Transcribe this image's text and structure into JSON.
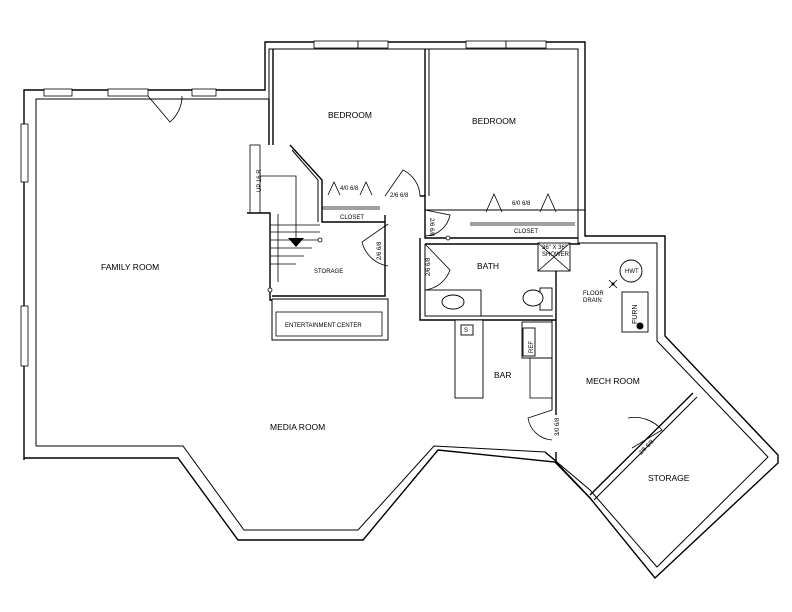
{
  "plan": {
    "rooms": {
      "family_room": "FAMILY ROOM",
      "media_room": "MEDIA ROOM",
      "bedroom_left": "BEDROOM",
      "bedroom_right": "BEDROOM",
      "storage_stair": "STORAGE",
      "entertainment_center": "ENTERTAINMENT CENTER",
      "bath": "BATH",
      "bar": "BAR",
      "mech_room": "MECH ROOM",
      "storage_corner": "STORAGE"
    },
    "closets": {
      "closet_left": "CLOSET",
      "closet_right": "CLOSET"
    },
    "doors": {
      "closet_left_size": "4/0 6/8",
      "closet_right_size": "6/0 6/8",
      "bedroom_left_door": "2/6 6/8",
      "bedroom_right_door": "2/6 6/8",
      "storage_door": "2/6 6/8",
      "bath_door": "2/6 6/8",
      "mech_door": "3/0 6/8",
      "storage_corner_door": "2/6 6/8"
    },
    "fixtures": {
      "stair": "UP 16 R",
      "shower_size": "36\" X 36\"",
      "shower": "SHOWER",
      "hwt": "HWT",
      "floor_drain_1": "FLOOR",
      "floor_drain_2": "DRAIN",
      "furnace": "FURN",
      "ref": "REF",
      "sink": "S"
    }
  }
}
